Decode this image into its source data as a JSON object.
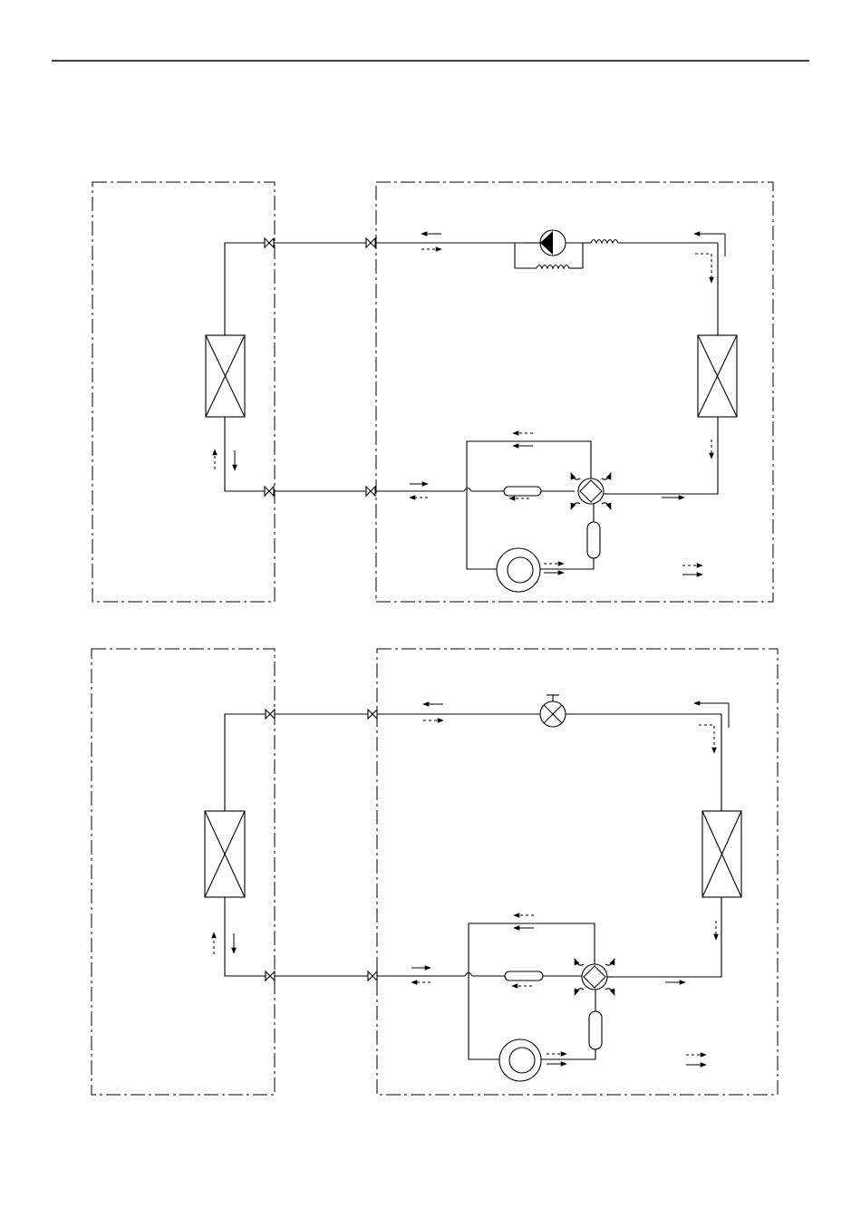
{
  "colors": {
    "line": "#000000",
    "background": "#ffffff"
  },
  "diagrams": [
    {
      "id": "top",
      "expansion_device": "capillary-with-check-valve",
      "icon": "capillary-tube-icon"
    },
    {
      "id": "bottom",
      "expansion_device": "electronic-expansion-valve",
      "icon": "expansion-valve-icon"
    }
  ]
}
